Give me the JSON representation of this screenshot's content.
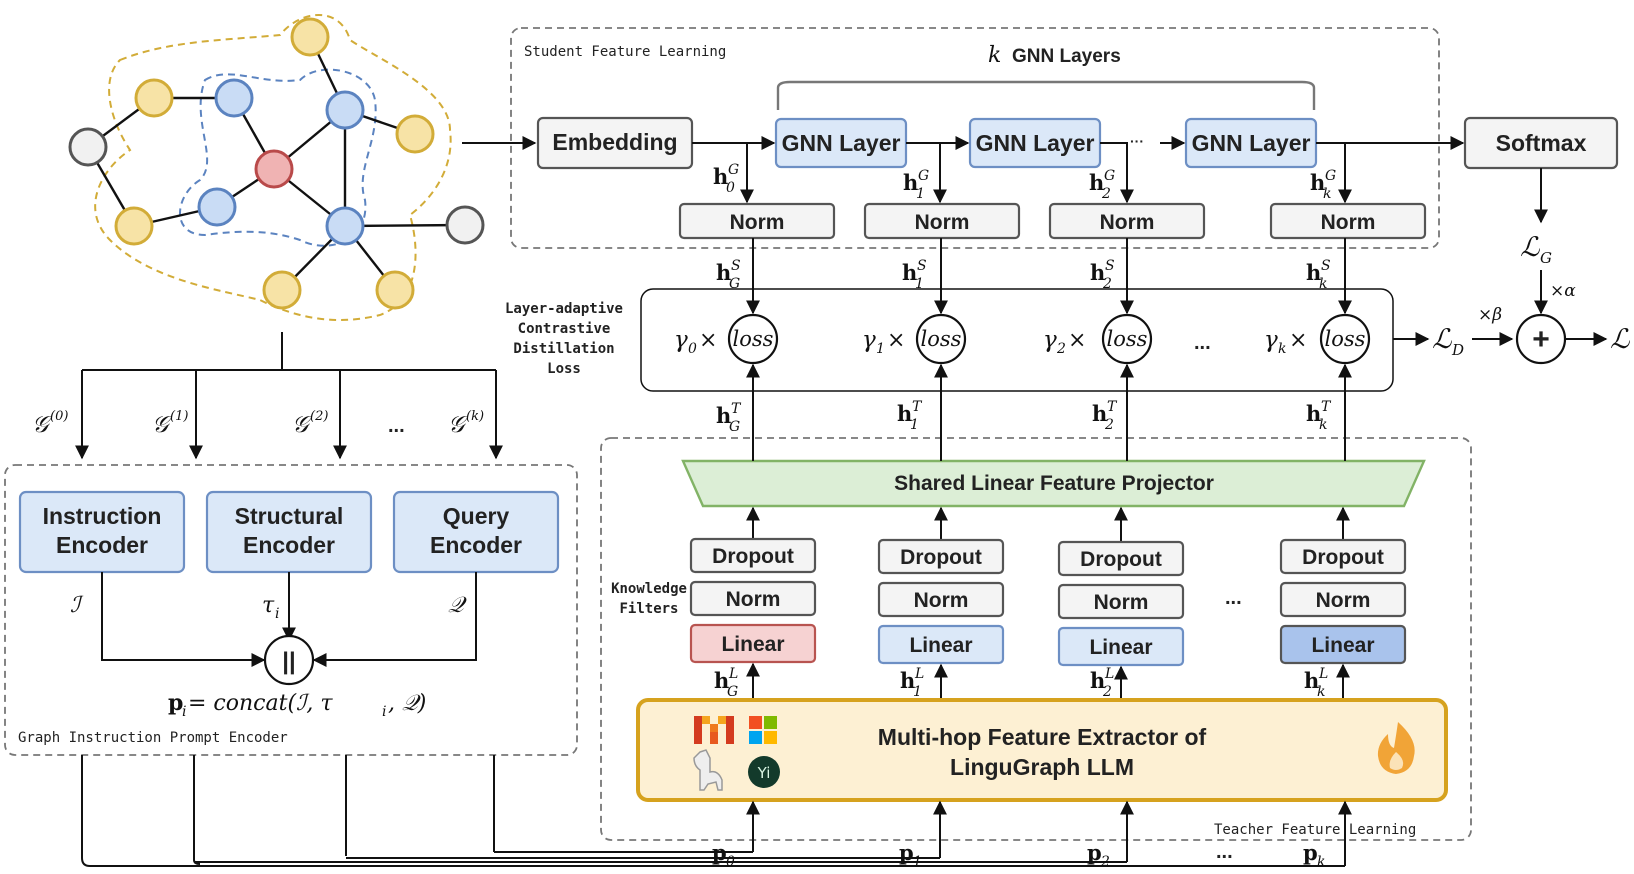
{
  "student": {
    "section_label": "Student Feature Learning",
    "gnn_layers_k": "k",
    "gnn_layers_label": "GNN Layers",
    "embedding": "Embedding",
    "gnn_layer": "GNN Layer",
    "softmax": "Softmax",
    "norm": "Norm",
    "dots": "···",
    "hG": [
      "h",
      "0",
      "G",
      "1",
      "2",
      "k"
    ],
    "hS_sup": "S",
    "hT_sup": "T",
    "hL_sup": "L"
  },
  "loss": {
    "label_lines": [
      "Layer-adaptive",
      "Contrastive",
      "Distillation",
      "Loss"
    ],
    "loss_word": "loss",
    "gamma": "γ",
    "times": "×",
    "subs": [
      "0",
      "1",
      "2",
      "k"
    ],
    "ellipsis": "...",
    "LD": "ℒ",
    "LD_sub": "D",
    "LG": "ℒ",
    "LG_sub": "G",
    "L": "ℒ",
    "beta": "×β",
    "alpha": "×α",
    "plus": "+"
  },
  "prompt_encoder": {
    "section_label": "Graph Instruction Prompt Encoder",
    "instruction": [
      "Instruction",
      "Encoder"
    ],
    "structural": [
      "Structural",
      "Encoder"
    ],
    "query": [
      "Query",
      "Encoder"
    ],
    "I": "ℐ",
    "tau": "τ",
    "tau_sub": "i",
    "Q": "𝒬",
    "concat_symbol": "||",
    "formula_p": "p",
    "formula_sub": "i",
    "formula_rest": " = concat(ℐ, τ",
    "formula_end": ", 𝒬)",
    "graph_G": "𝒢",
    "graph_sups": [
      "(0)",
      "(1)",
      "(2)",
      "(k)"
    ],
    "ellipsis": "..."
  },
  "teacher": {
    "section_label": "Teacher Feature Learning",
    "projector": "Shared Linear Feature Projector",
    "knowledge_filters": [
      "Knowledge",
      "Filters"
    ],
    "dropout": "Dropout",
    "norm": "Norm",
    "linear": "Linear",
    "ellipsis": "...",
    "extractor_lines": [
      "Multi-hop Feature Extractor of",
      "LinguGraph LLM"
    ],
    "p": "p",
    "p_subs": [
      "0",
      "1",
      "2",
      "k"
    ]
  }
}
